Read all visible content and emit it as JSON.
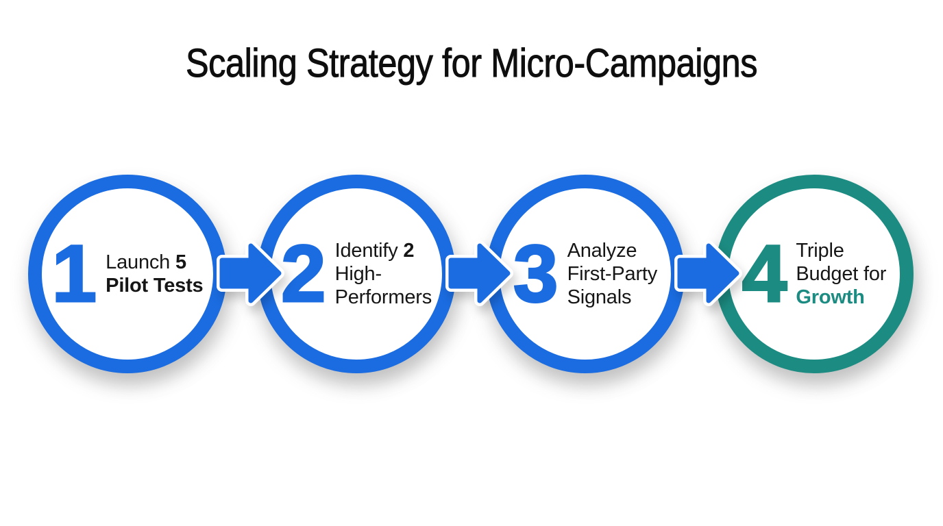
{
  "title": "Scaling Strategy for Micro-Campaigns",
  "colors": {
    "background": "#FFFFFF",
    "blue_accent": "#1B6CE0",
    "teal_accent": "#1C8B81",
    "text_dark": "#161616"
  },
  "steps": [
    {
      "number": "1",
      "accent": "#1B6CE0",
      "lines": [
        [
          {
            "t": "Launch ",
            "b": false
          },
          {
            "t": "5",
            "b": true
          }
        ],
        [
          {
            "t": "Pilot Tests",
            "b": true
          }
        ]
      ]
    },
    {
      "number": "2",
      "accent": "#1B6CE0",
      "lines": [
        [
          {
            "t": "Identify ",
            "b": false
          },
          {
            "t": "2",
            "b": true
          }
        ],
        [
          {
            "t": "High-",
            "b": false
          }
        ],
        [
          {
            "t": "Performers",
            "b": false
          }
        ]
      ]
    },
    {
      "number": "3",
      "accent": "#1B6CE0",
      "lines": [
        [
          {
            "t": "Analyze",
            "b": false
          }
        ],
        [
          {
            "t": "First-Party",
            "b": false
          }
        ],
        [
          {
            "t": "Signals",
            "b": false
          }
        ]
      ]
    },
    {
      "number": "4",
      "accent": "#1C8B81",
      "lines": [
        [
          {
            "t": "Triple",
            "b": false
          }
        ],
        [
          {
            "t": "Budget for",
            "b": false
          }
        ],
        [
          {
            "t": "Growth",
            "b": true,
            "c": "#1C8B81"
          }
        ]
      ]
    }
  ],
  "arrows": {
    "color": "#1B6CE0",
    "count": 3,
    "direction": "right"
  }
}
